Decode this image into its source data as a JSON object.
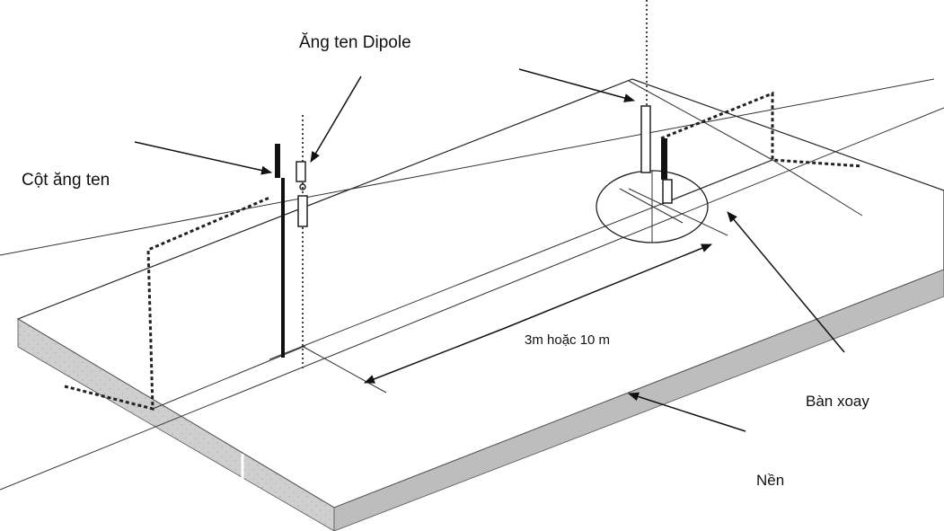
{
  "labels": {
    "dipole_antenna": "Ăng ten Dipole",
    "antenna_mast": "Cột ăng ten",
    "distance": "3m hoặc 10 m",
    "turntable": "Bàn xoay",
    "ground_plane": "Nền"
  },
  "colors": {
    "background": "#ffffff",
    "ink": "#111111",
    "slab_front": "#cfcfcf",
    "slab_side": "#bdbdbd"
  }
}
